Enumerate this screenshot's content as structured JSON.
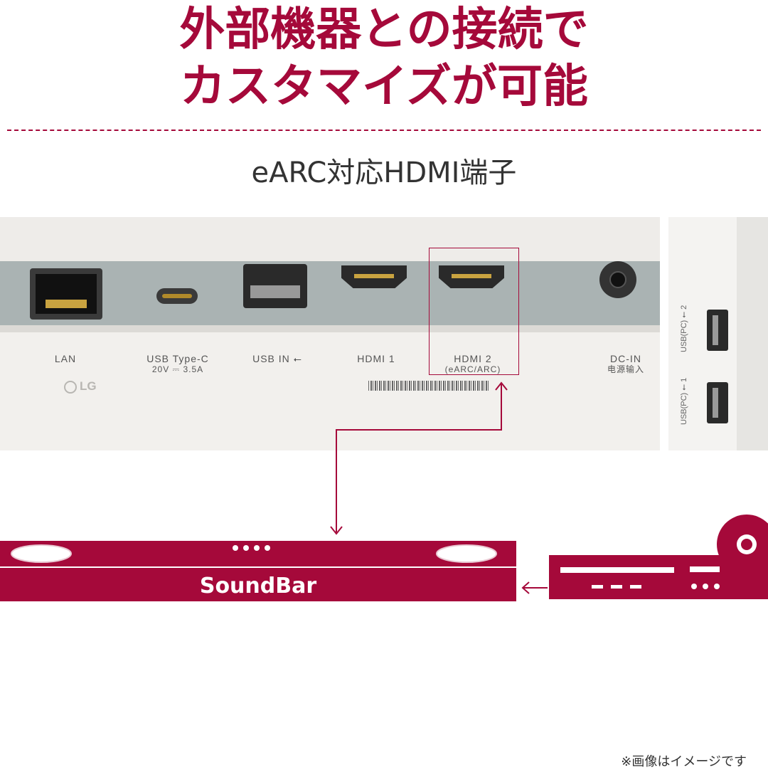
{
  "heading": {
    "line1": "外部機器との接続で",
    "line2": "カスタマイズが可能"
  },
  "subtitle": "eARC対応HDMI端子",
  "ports": {
    "lan": "LAN",
    "usbc": "USB Type-C",
    "usbc_spec": "20V ⎓ 3.5A",
    "usb_in": "USB IN ⭠",
    "hdmi1": "HDMI 1",
    "hdmi2": "HDMI 2",
    "hdmi2_sub": "(eARC/ARC)",
    "dcin": "DC-IN",
    "dcin_sub": "电源输入"
  },
  "brand": "LG",
  "side_ports": {
    "usb2": "USB(PC) ⭠ 2",
    "usb1": "USB(PC) ⭠ 1"
  },
  "soundbar_label": "SoundBar",
  "footnote": "※画像はイメージです",
  "colors": {
    "accent": "#a5093a",
    "text": "#333333"
  }
}
